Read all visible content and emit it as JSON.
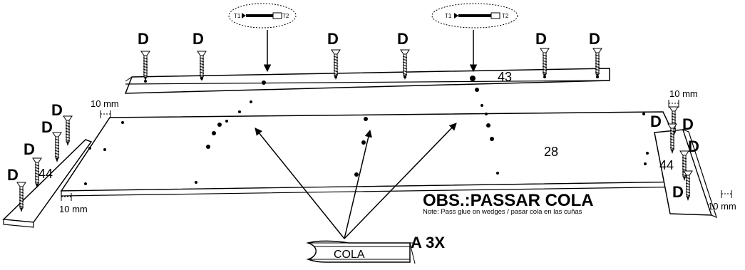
{
  "labels": {
    "fastener": "D",
    "dim_top_left": "10 mm",
    "dim_top_right": "10 mm",
    "dim_bottom_left": "10 mm",
    "dim_bottom_right": "10 mm"
  },
  "parts": {
    "top_rail": "43",
    "panel": "28",
    "left_side": "44",
    "right_side": "44"
  },
  "callouts": {
    "left": {
      "t1": "T1",
      "t2": "T2"
    },
    "right": {
      "t1": "T1",
      "t2": "T2"
    }
  },
  "obs": {
    "title": "OBS.:PASSAR COLA",
    "note": "Note: Pass glue on wedges / pasar cola en las cuñas"
  },
  "glue": {
    "label": "COLA",
    "times": "A 3X"
  }
}
